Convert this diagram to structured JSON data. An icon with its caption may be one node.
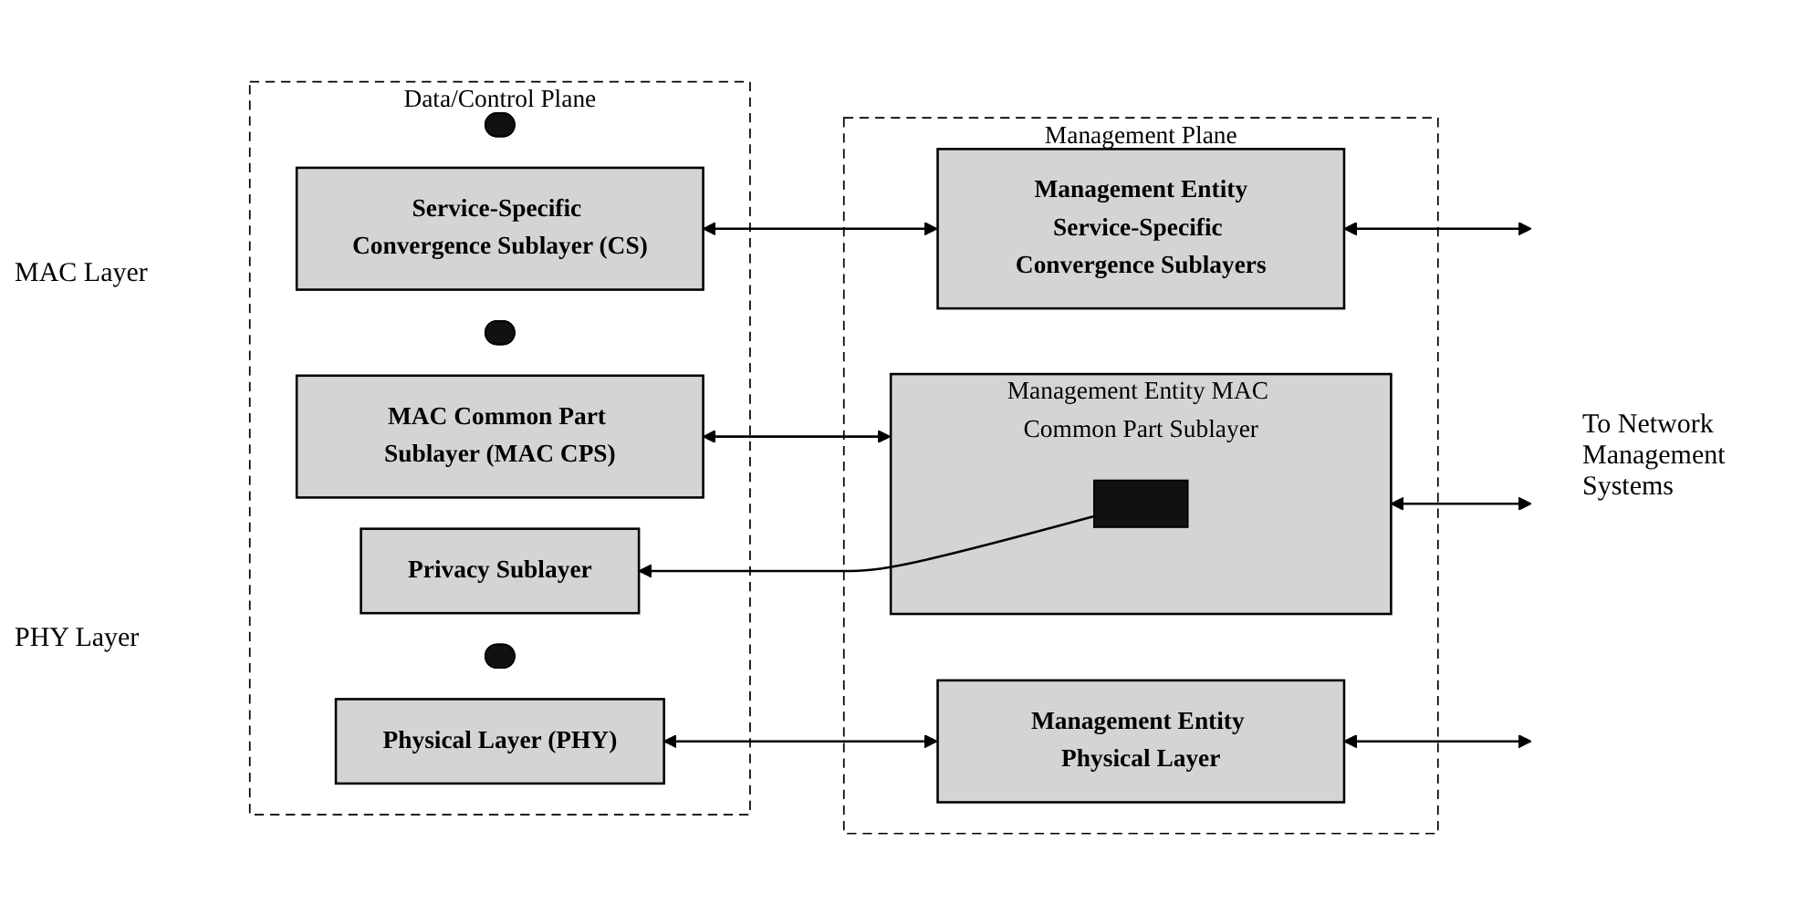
{
  "diagram": {
    "nodes": [
      {
        "text": [
          "Data/Control Plane"
        ]
      },
      {
        "text": [],
        "shape": "oval",
        "in": 0
      },
      {
        "text": [
          "Service-Specific Convergence Sublayer (CS)"
        ],
        "in": 0
      },
      {
        "text": [],
        "shape": "oval",
        "in": 0
      },
      {
        "text": [
          "MAC Common Part Sublayer (MAC CPS)"
        ],
        "in": 0
      },
      {
        "text": [
          "Privacy Sublayer"
        ],
        "in": 0
      },
      {
        "text": [],
        "shape": "oval",
        "in": 0
      },
      {
        "text": [
          "Physical Layer (PHY)"
        ],
        "in": 0
      },
      {
        "text": [
          "Management Plane"
        ]
      },
      {
        "text": [
          "Management Entity",
          "Service-Specific Convergence Sublayers"
        ],
        "in": 8
      },
      {
        "text": [
          "Management Entity MAC Common Part Sublayer"
        ],
        "in": 8
      },
      {
        "text": [],
        "shape": "box",
        "in": 10
      },
      {
        "text": [
          "Management Entity Physical Layer"
        ],
        "in": 8
      }
    ],
    "edges": [
      {
        "from": 2,
        "to": 9,
        "arrow": "both"
      },
      {
        "from": 4,
        "to": 10,
        "arrow": "both"
      },
      {
        "from": 11,
        "to": 5,
        "arrow": "to"
      },
      {
        "from": 7,
        "to": 12,
        "arrow": "both"
      },
      {
        "from": 9,
        "to": null,
        "arrow": "both"
      },
      {
        "from": 10,
        "to": null,
        "arrow": "both"
      },
      {
        "from": 12,
        "to": null,
        "arrow": "both"
      }
    ],
    "labels": [
      "MAC Layer",
      "PHY Layer",
      "To Network Management Systems"
    ]
  }
}
